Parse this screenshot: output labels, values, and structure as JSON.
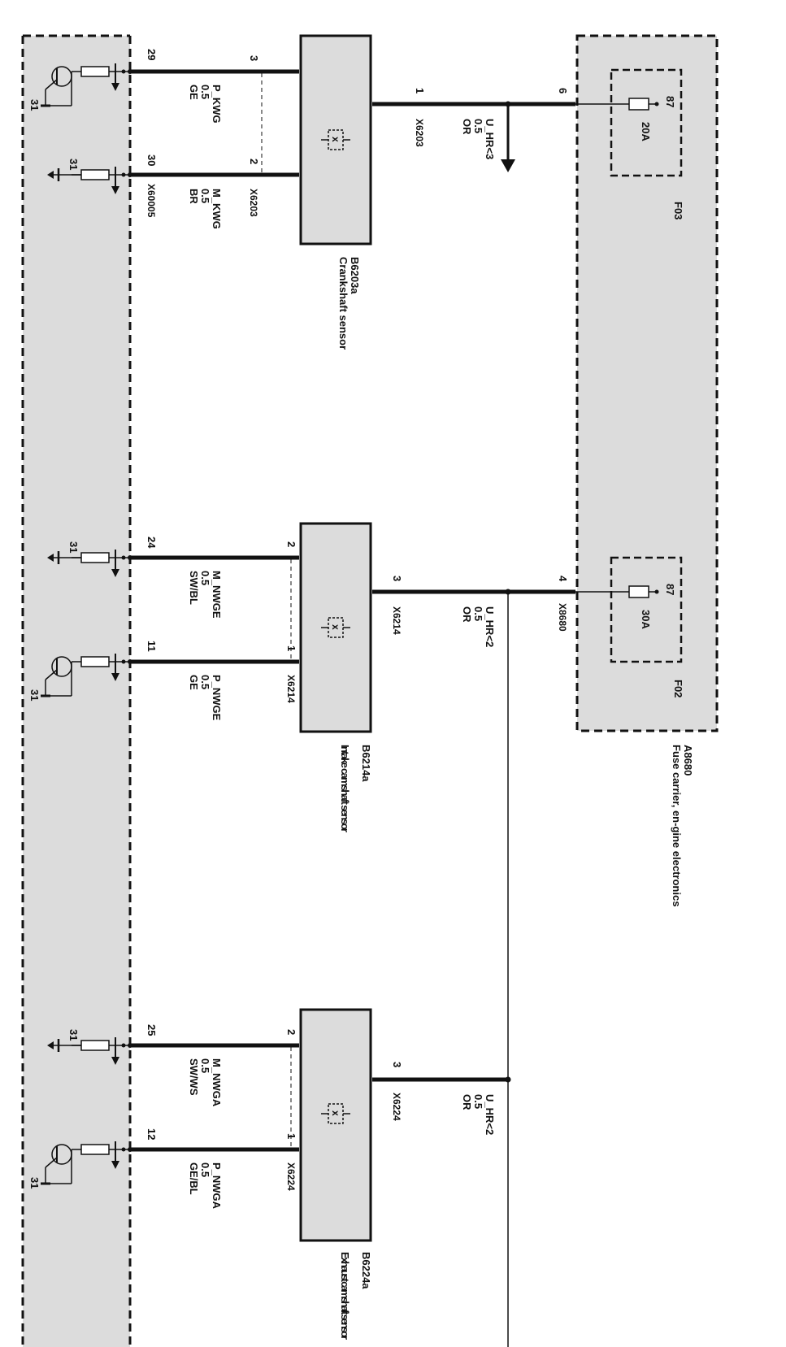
{
  "fuse_carrier": {
    "id": "A8680",
    "name": "Fuse carrier, en-gine electronics"
  },
  "fuses": [
    {
      "id": "F03",
      "rating": "20A",
      "terminal": "87",
      "out_pin": "6"
    },
    {
      "id": "F02",
      "rating": "30A",
      "terminal": "87",
      "out_pin": "4",
      "connector": "X8680"
    }
  ],
  "supply_wires": [
    {
      "signal": "U_HR<3",
      "gauge": "0.5",
      "color": "OR"
    },
    {
      "signal": "U_HR<2",
      "gauge": "0.5",
      "color": "OR"
    },
    {
      "signal": "U_HR<2",
      "gauge": "0.5",
      "color": "OR"
    }
  ],
  "sensors": [
    {
      "id": "B6203a",
      "name": "Crankshaft sensor",
      "supply_pin": "1",
      "supply_connector": "X6203",
      "pins": [
        {
          "pin": "3",
          "signal": "P_KWG",
          "gauge": "0.5",
          "color": "GE",
          "ecu_pin": "29"
        },
        {
          "pin": "2",
          "signal": "M_KWG",
          "gauge": "0.5",
          "color": "BR",
          "ecu_pin": "30"
        }
      ],
      "bottom_connector": "X6203",
      "ecu_connector": "X60005"
    },
    {
      "id": "B6214a",
      "name": "Intake camshaft sensor",
      "supply_pin": "3",
      "supply_connector": "X6214",
      "pins": [
        {
          "pin": "2",
          "signal": "M_NWGE",
          "gauge": "0.5",
          "color": "SW/BL",
          "ecu_pin": "24"
        },
        {
          "pin": "1",
          "signal": "P_NWGE",
          "gauge": "0.5",
          "color": "GE",
          "ecu_pin": "11"
        }
      ],
      "bottom_connector": "X6214"
    },
    {
      "id": "B6224a",
      "name": "Exhaust camshaft sensor",
      "supply_pin": "3",
      "supply_connector": "X6224",
      "pins": [
        {
          "pin": "2",
          "signal": "M_NWGA",
          "gauge": "0.5",
          "color": "SW/WS",
          "ecu_pin": "25"
        },
        {
          "pin": "1",
          "signal": "P_NWGA",
          "gauge": "0.5",
          "color": "GE/BL",
          "ecu_pin": "12"
        }
      ],
      "bottom_connector": "X6224"
    }
  ],
  "ground": "31"
}
